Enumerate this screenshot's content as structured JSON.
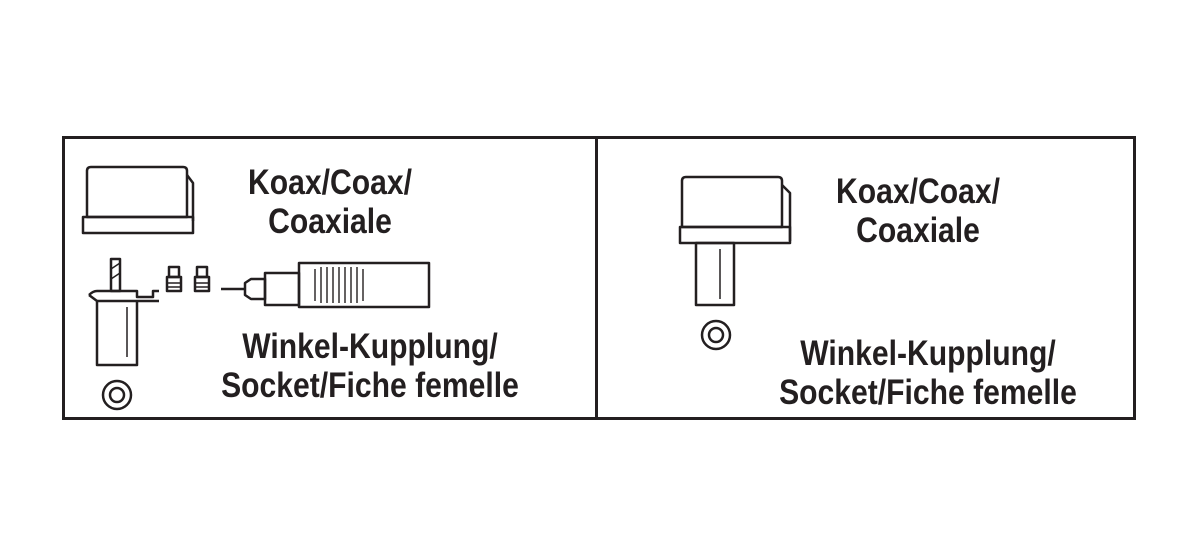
{
  "panels": [
    {
      "id": "left",
      "coax_line1": "Koax/Coax/",
      "coax_line2": "Coaxiale",
      "socket_line1": "Winkel-Kupplung/",
      "socket_line2": "Socket/Fiche femelle",
      "icons": [
        "connector-housing-icon",
        "socket-assembly-icon",
        "screw-icon",
        "coax-cable-icon",
        "socket-symbol-icon"
      ]
    },
    {
      "id": "right",
      "coax_line1": "Koax/Coax/",
      "coax_line2": "Coaxiale",
      "socket_line1": "Winkel-Kupplung/",
      "socket_line2": "Socket/Fiche femelle",
      "icons": [
        "angled-socket-icon",
        "socket-symbol-icon"
      ]
    }
  ],
  "colors": {
    "ink": "#231f20",
    "background": "#ffffff"
  }
}
